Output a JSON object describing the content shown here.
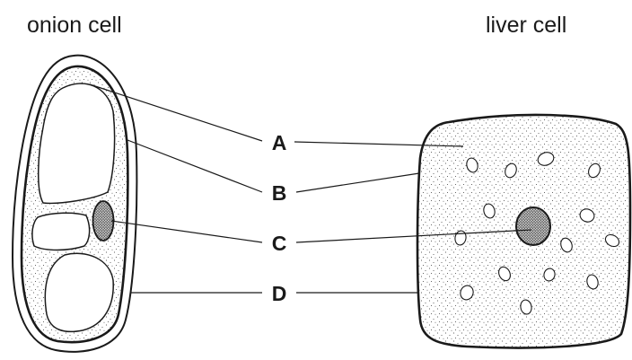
{
  "titles": {
    "onion": "onion cell",
    "liver": "liver cell"
  },
  "labels": [
    "A",
    "B",
    "C",
    "D"
  ],
  "colors": {
    "ink": "#1a1a1a",
    "background": "#ffffff"
  }
}
